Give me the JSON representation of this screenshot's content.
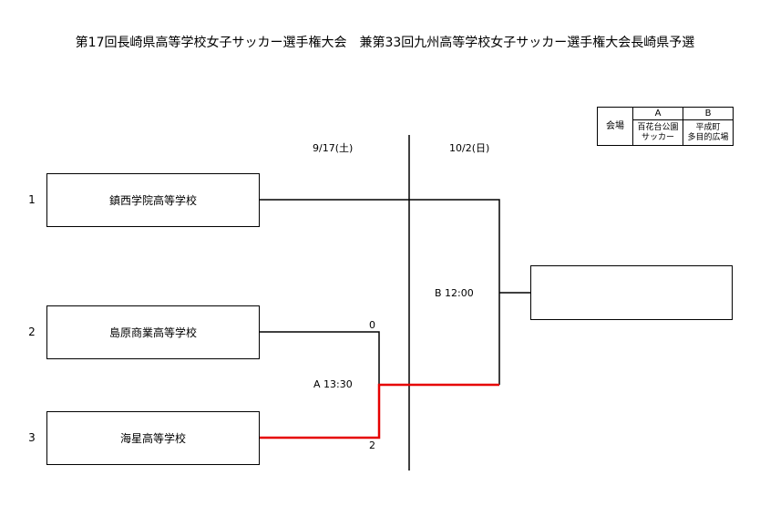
{
  "title": "第17回長崎県高等学校女子サッカー選手権大会　兼第33回九州高等学校女子サッカー選手権大会長崎県予選",
  "dates": {
    "round1": "9/17(土)",
    "final": "10/2(日)"
  },
  "venue_table": {
    "label": "会場",
    "columns": [
      {
        "code": "A",
        "name_line1": "百花台公園",
        "name_line2": "サッカー"
      },
      {
        "code": "B",
        "name_line1": "平成町",
        "name_line2": "多目的広場"
      }
    ]
  },
  "teams": [
    {
      "seed": "1",
      "name": "鎮西学院高等学校"
    },
    {
      "seed": "2",
      "name": "島原商業高等学校"
    },
    {
      "seed": "3",
      "name": "海星高等学校"
    }
  ],
  "matches": {
    "semi": {
      "venue_time": "A 13:30",
      "score_top": "0",
      "score_bottom": "2",
      "winner": "海星高等学校"
    },
    "final": {
      "venue_time": "B 12:00",
      "result": ""
    }
  },
  "colors": {
    "winner_line": "#e60000",
    "line": "#000000"
  }
}
